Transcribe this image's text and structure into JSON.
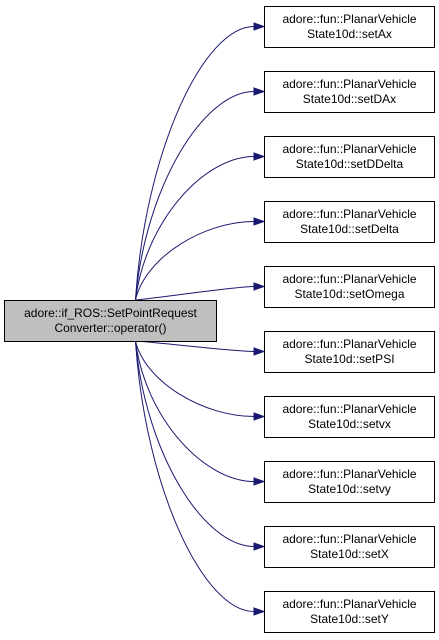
{
  "graph": {
    "colors": {
      "source_fill": "#bfbfbf",
      "target_fill": "#ffffff",
      "edge": "#191970",
      "border": "#000000"
    },
    "source": {
      "id": "src",
      "lines": [
        "adore::if_ROS::SetPointRequest",
        "Converter::operator()"
      ]
    },
    "targets": [
      {
        "id": "setAx",
        "lines": [
          "adore::fun::PlanarVehicle",
          "State10d::setAx"
        ]
      },
      {
        "id": "setDAx",
        "lines": [
          "adore::fun::PlanarVehicle",
          "State10d::setDAx"
        ]
      },
      {
        "id": "setDDelta",
        "lines": [
          "adore::fun::PlanarVehicle",
          "State10d::setDDelta"
        ]
      },
      {
        "id": "setDelta",
        "lines": [
          "adore::fun::PlanarVehicle",
          "State10d::setDelta"
        ]
      },
      {
        "id": "setOmega",
        "lines": [
          "adore::fun::PlanarVehicle",
          "State10d::setOmega"
        ]
      },
      {
        "id": "setPSI",
        "lines": [
          "adore::fun::PlanarVehicle",
          "State10d::setPSI"
        ]
      },
      {
        "id": "setvx",
        "lines": [
          "adore::fun::PlanarVehicle",
          "State10d::setvx"
        ]
      },
      {
        "id": "setvy",
        "lines": [
          "adore::fun::PlanarVehicle",
          "State10d::setvy"
        ]
      },
      {
        "id": "setX",
        "lines": [
          "adore::fun::PlanarVehicle",
          "State10d::setX"
        ]
      },
      {
        "id": "setY",
        "lines": [
          "adore::fun::PlanarVehicle",
          "State10d::setY"
        ]
      }
    ],
    "edges": [
      {
        "from": "src",
        "to": "setAx"
      },
      {
        "from": "src",
        "to": "setDAx"
      },
      {
        "from": "src",
        "to": "setDDelta"
      },
      {
        "from": "src",
        "to": "setDelta"
      },
      {
        "from": "src",
        "to": "setOmega"
      },
      {
        "from": "src",
        "to": "setPSI"
      },
      {
        "from": "src",
        "to": "setvx"
      },
      {
        "from": "src",
        "to": "setvy"
      },
      {
        "from": "src",
        "to": "setX"
      },
      {
        "from": "src",
        "to": "setY"
      }
    ]
  }
}
